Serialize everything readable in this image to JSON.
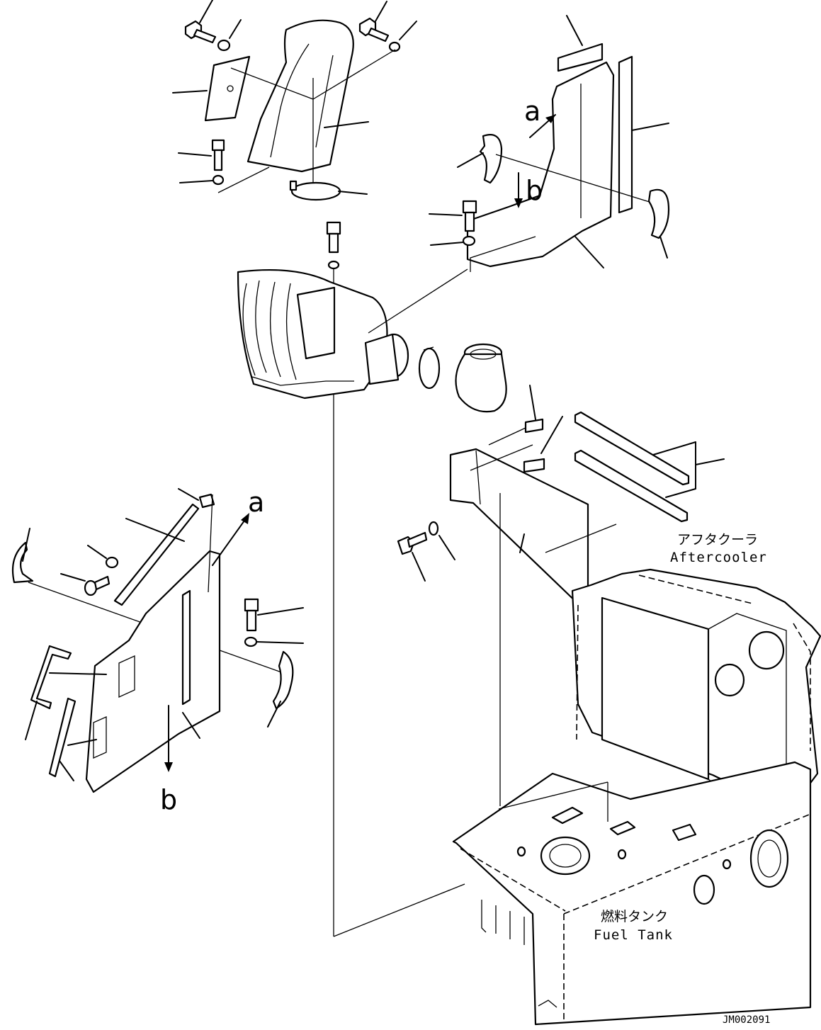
{
  "drawing_id": "JM002091",
  "labels": {
    "aftercooler_jp": "アフタクーラ",
    "aftercooler_en": "Aftercooler",
    "fuel_tank_jp": "燃料タンク",
    "fuel_tank_en": "Fuel Tank"
  },
  "view_markers": {
    "a_top": "a",
    "b_top": "b",
    "a_left": "a",
    "b_left": "b"
  }
}
